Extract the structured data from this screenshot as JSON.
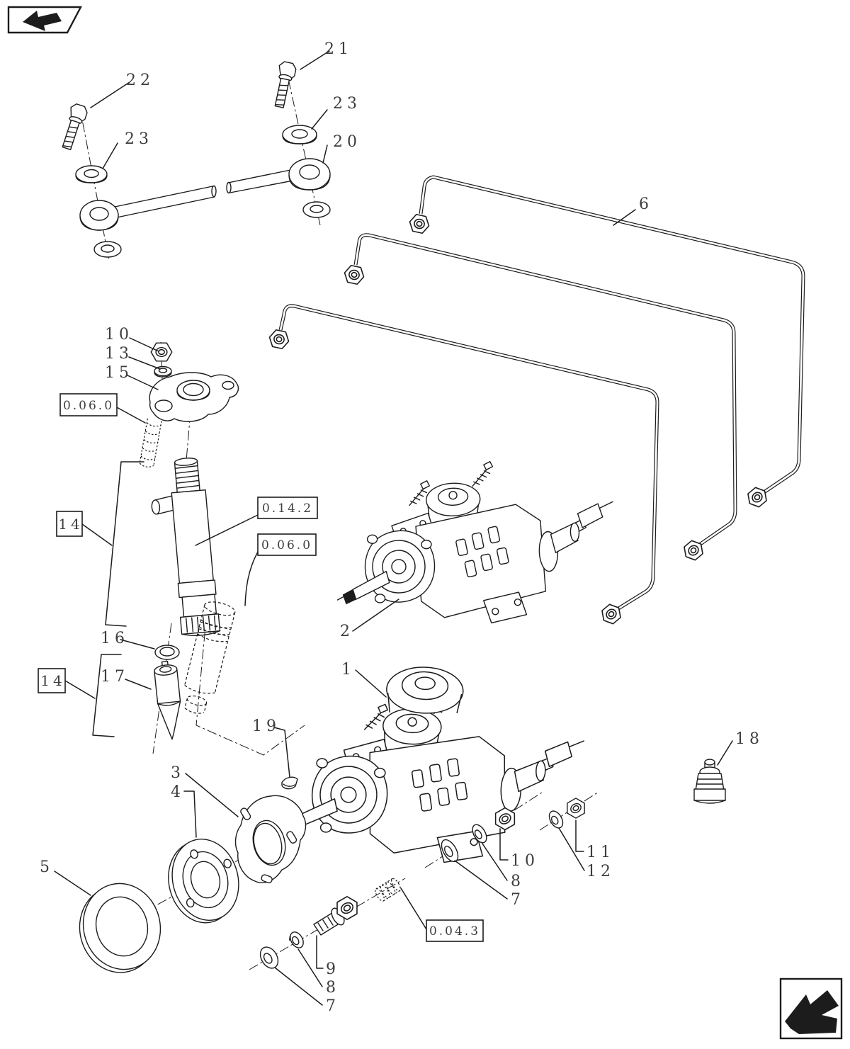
{
  "page": {
    "background": "#ffffff",
    "line_color": "#1c1c1c",
    "label_color": "#3d3d3d",
    "description": "Exploded parts diagram: fuel injection pump, injectors and fuel lines"
  },
  "nav_icons": {
    "top_left": "previous-section-arrow",
    "bottom_right": "next-section-arrow"
  },
  "callouts": {
    "c21": "21",
    "c22": "22",
    "c23a": "23",
    "c23b": "23",
    "c20": "20",
    "c6": "6",
    "c10": "10",
    "c13": "13",
    "c15": "15",
    "c16": "16",
    "c17": "17",
    "c19": "19",
    "c2": "2",
    "c1": "1",
    "c18": "18",
    "c3": "3",
    "c4": "4",
    "c5": "5",
    "m10": "10",
    "m8": "8",
    "m7": "7",
    "m11": "11",
    "m12": "12",
    "b9": "9",
    "b8": "8",
    "b7": "7"
  },
  "ref_boxes": {
    "injector_seat": "0.06.0",
    "injector_lines": "0.14.2",
    "injector_sleeve": "0.06.0",
    "mount": "0.04.3",
    "group14_upper": "14",
    "group14_lower": "14"
  }
}
